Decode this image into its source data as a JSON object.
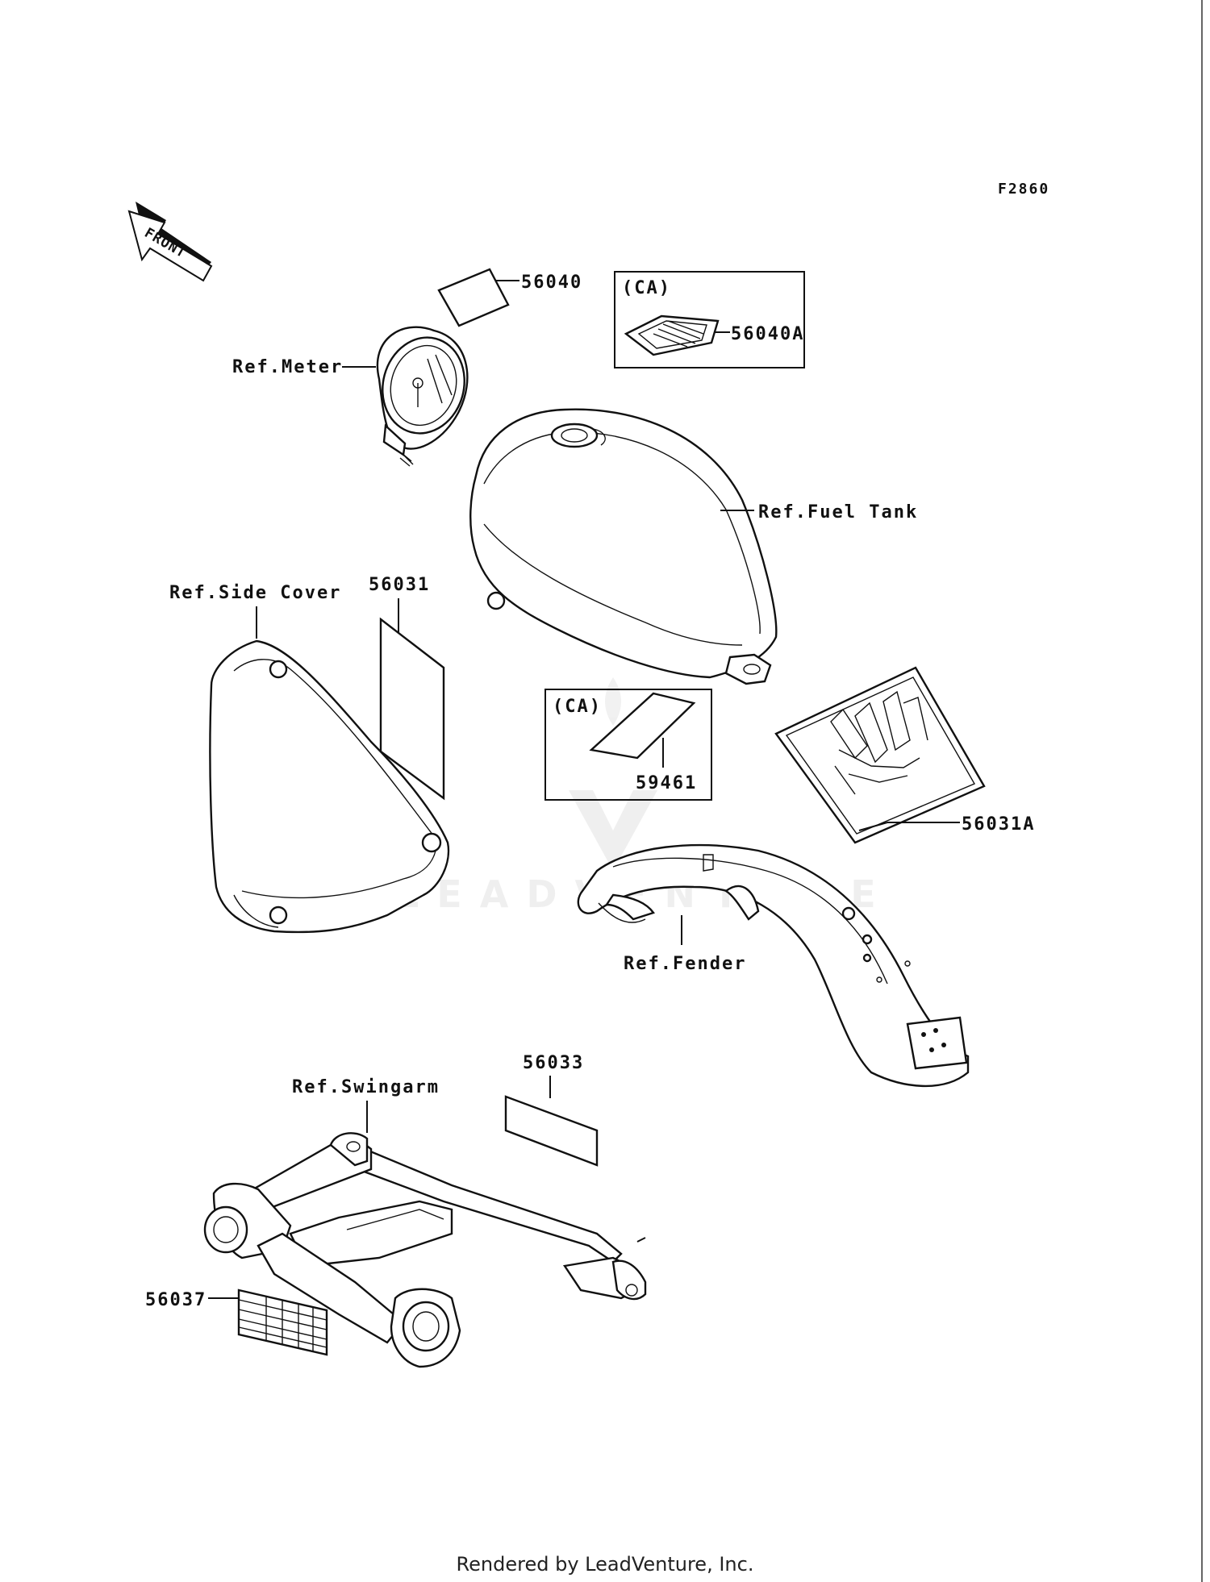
{
  "diagram_code": "F2860",
  "front_arrow_label": "FRONT",
  "footer": "Rendered by LeadVenture, Inc.",
  "watermark": "LEADVENTURE",
  "accent_color": "#111111",
  "labels": {
    "p56040": "56040",
    "ca_box_1": "(CA)",
    "p56040A": "56040A",
    "ref_meter": "Ref.Meter",
    "ref_fuel_tank": "Ref.Fuel Tank",
    "ref_side_cover": "Ref.Side Cover",
    "p56031": "56031",
    "ca_box_2": "(CA)",
    "p59461": "59461",
    "p56031A": "56031A",
    "ref_fender": "Ref.Fender",
    "p56033": "56033",
    "ref_swingarm": "Ref.Swingarm",
    "p56037": "56037"
  }
}
